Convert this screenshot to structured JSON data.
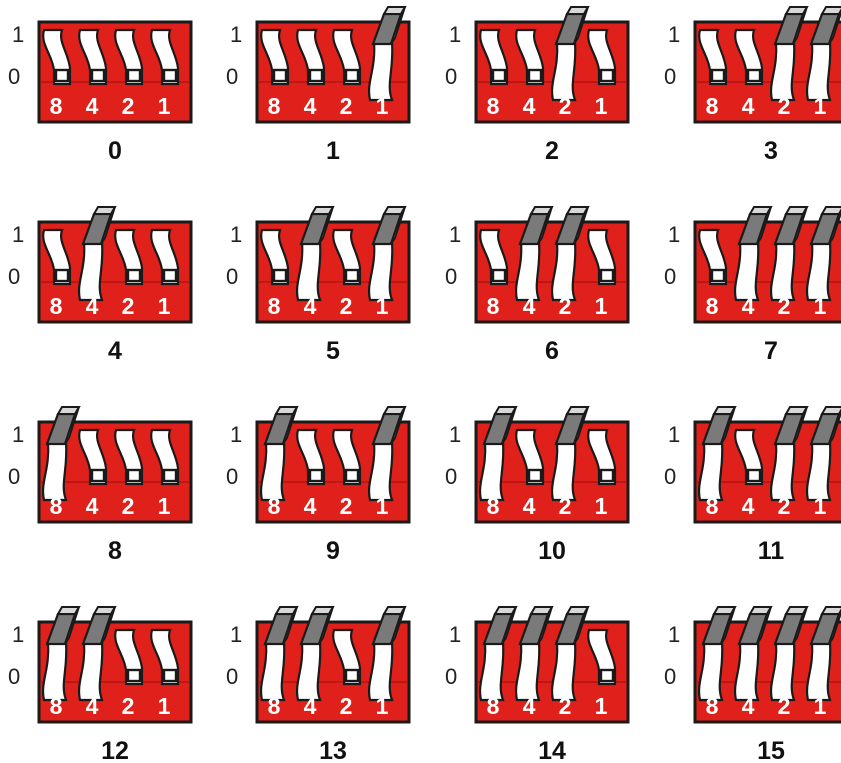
{
  "colors": {
    "body_red": "#e0211b",
    "divider_red": "#b01410",
    "outline": "#1a1a1a",
    "lever_light": "#ffffff",
    "lever_dark": "#7a7a7a"
  },
  "axis_labels": {
    "on": "1",
    "off": "0"
  },
  "bit_weights": [
    "8",
    "4",
    "2",
    "1"
  ],
  "switches": [
    {
      "value": "0",
      "bits": [
        0,
        0,
        0,
        0
      ]
    },
    {
      "value": "1",
      "bits": [
        0,
        0,
        0,
        1
      ]
    },
    {
      "value": "2",
      "bits": [
        0,
        0,
        1,
        0
      ]
    },
    {
      "value": "3",
      "bits": [
        0,
        0,
        1,
        1
      ]
    },
    {
      "value": "4",
      "bits": [
        0,
        1,
        0,
        0
      ]
    },
    {
      "value": "5",
      "bits": [
        0,
        1,
        0,
        1
      ]
    },
    {
      "value": "6",
      "bits": [
        0,
        1,
        1,
        0
      ]
    },
    {
      "value": "7",
      "bits": [
        0,
        1,
        1,
        1
      ]
    },
    {
      "value": "8",
      "bits": [
        1,
        0,
        0,
        0
      ]
    },
    {
      "value": "9",
      "bits": [
        1,
        0,
        0,
        1
      ]
    },
    {
      "value": "10",
      "bits": [
        1,
        0,
        1,
        0
      ]
    },
    {
      "value": "11",
      "bits": [
        1,
        0,
        1,
        1
      ]
    },
    {
      "value": "12",
      "bits": [
        1,
        1,
        0,
        0
      ]
    },
    {
      "value": "13",
      "bits": [
        1,
        1,
        0,
        1
      ]
    },
    {
      "value": "14",
      "bits": [
        1,
        1,
        1,
        0
      ]
    },
    {
      "value": "15",
      "bits": [
        1,
        1,
        1,
        1
      ]
    }
  ]
}
